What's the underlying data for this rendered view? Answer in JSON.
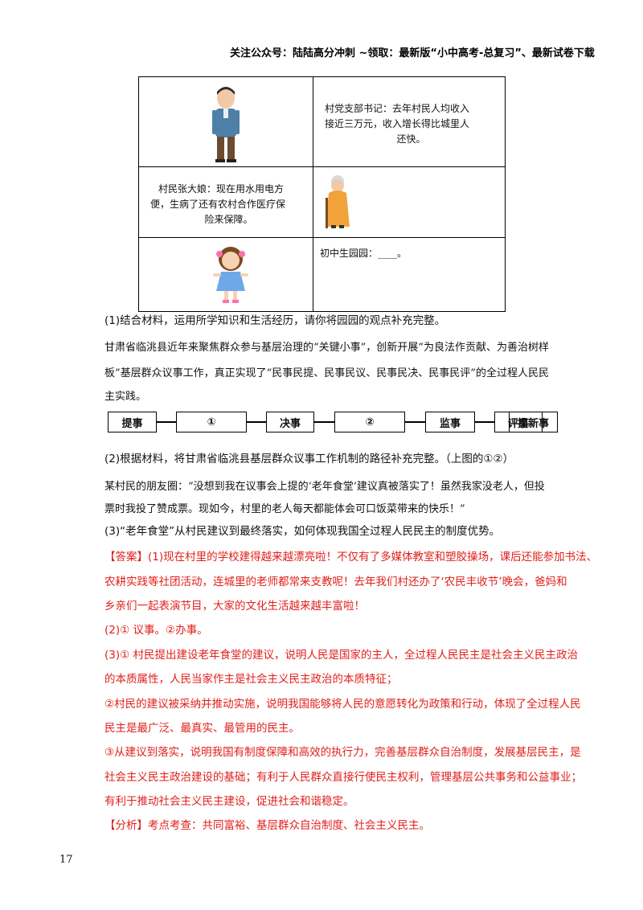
{
  "header": {
    "text": "关注公众号：陆陆高分冲刺 ~领取：最新版“小中高考-总复习”、最新试卷下载"
  },
  "dialogue": {
    "secretary": "村党支部书记：去年村民人均收入接近三万元，收入增长得比城里人还快。",
    "secretary_lines": [
      "村党支部书记：去年村民人均收入",
      "接近三万元，收入增长得比城里人",
      "还快。"
    ],
    "auntie_lines": [
      "村民张大娘：现在用水用电方",
      "便，生病了还有农村合作医疗保",
      "险来保障。"
    ],
    "student_line": "初中生园园：____。"
  },
  "q1": "(1)结合材料，运用所学知识和生活经历，请你将园园的观点补充完整。",
  "material2_lines": [
    "甘肃省临洮县近年来聚焦群众参与基层治理的“关键小事”，创新开展“为良法作贡献、为善治树样",
    "板”基层群众议事工作，真正实现了“民事民提、民事民议、民事民决、民事民评”的全过程人民民",
    "主实践。"
  ],
  "flow": [
    "提事",
    "①",
    "决事",
    "②",
    "监事",
    "评事",
    "提新事"
  ],
  "q2": "(2)根据材料，将甘肃省临洮县基层群众议事工作机制的路径补充完整。（上图的①②）",
  "material3_lines": [
    "某村民的朋友圈：“没想到我在议事会上提的‘老年食堂’建议真被落实了！虽然我家没老人，但投",
    "票时我投了赞成票。现如今，村里的老人每天都能体会可口饭菜带来的快乐！”"
  ],
  "q3": "(3)“老年食堂”从村民建议到最终落实，如何体现我国全过程人民民主的制度优势。",
  "answer": {
    "tag": "【答案】",
    "lines": [
      "(1)现在村里的学校建得越来越漂亮啦！不仅有了多媒体教室和塑胶操场，课后还能参加书法、",
      "农耕实践等社团活动，连城里的老师都常来支教呢！去年我们村还办了‘农民丰收节’晚会，爸妈和",
      "乡亲们一起表演节目，大家的文化生活越来越丰富啦！",
      "(2)① 议事。②办事。",
      "(3)① 村民提出建设老年食堂的建议，说明人民是国家的主人，全过程人民民主是社会主义民主政治",
      "的本质属性，人民当家作主是社会主义民主政治的本质特征；",
      "②村民的建议被采纳并推动实施，说明我国能够将人民的意愿转化为政策和行动，体现了全过程人民",
      "民主是最广泛、最真实、最管用的民主。",
      "③从建议到落实，说明我国有制度保障和高效的执行力，完善基层群众自治制度，发展基层民主，是",
      "社会主义民主政治建设的基础；有利于人民群众直接行使民主权利，管理基层公共事务和公益事业；",
      "有利于推动社会主义民主建设，促进社会和谐稳定。"
    ]
  },
  "analysis": {
    "tag": "【分析】",
    "text": "考点考查：共同富裕、基层群众自治制度、社会主义民主。"
  },
  "page_number": "17"
}
